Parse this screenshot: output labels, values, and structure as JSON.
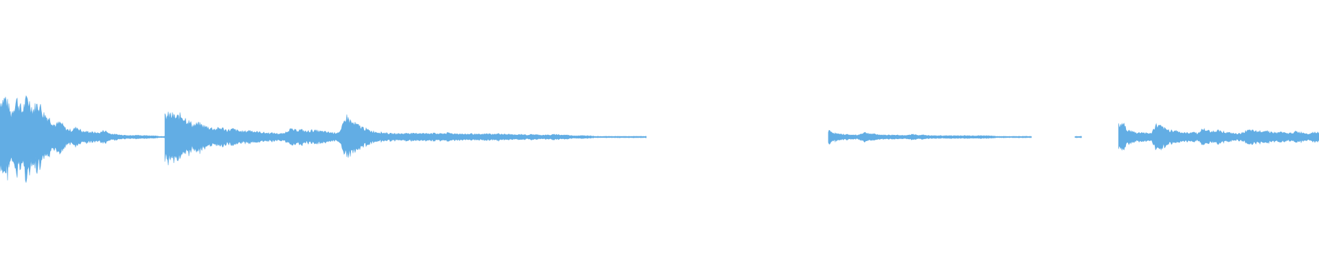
{
  "waveform": {
    "color": "#62ade4",
    "background": "#ffffff",
    "segments": [
      {
        "start": 0.0,
        "end": 0.125,
        "peaks": [
          0.55,
          0.6,
          0.35,
          0.58,
          0.4,
          0.6,
          0.42,
          0.52,
          0.35,
          0.28,
          0.18,
          0.22,
          0.12,
          0.1,
          0.15,
          0.08,
          0.08,
          0.07,
          0.06,
          0.1,
          0.05,
          0.04,
          0.03,
          0.03,
          0.02,
          0.03,
          0.02,
          0.02,
          0.02,
          0.01,
          0.01
        ]
      },
      {
        "start": 0.125,
        "end": 0.49,
        "peaks": [
          0.32,
          0.34,
          0.3,
          0.33,
          0.25,
          0.18,
          0.2,
          0.16,
          0.14,
          0.12,
          0.14,
          0.1,
          0.12,
          0.09,
          0.08,
          0.1,
          0.08,
          0.07,
          0.06,
          0.06,
          0.05,
          0.05,
          0.12,
          0.1,
          0.11,
          0.08,
          0.1,
          0.09,
          0.08,
          0.07,
          0.06,
          0.08,
          0.32,
          0.22,
          0.18,
          0.14,
          0.1,
          0.08,
          0.07,
          0.06,
          0.05,
          0.05,
          0.05,
          0.06,
          0.05,
          0.06,
          0.05,
          0.06,
          0.05,
          0.05,
          0.06,
          0.05,
          0.05,
          0.04,
          0.05,
          0.04,
          0.04,
          0.05,
          0.04,
          0.05,
          0.04,
          0.04,
          0.03,
          0.04,
          0.03,
          0.04,
          0.03,
          0.03,
          0.03,
          0.04,
          0.03,
          0.03,
          0.02,
          0.02,
          0.02,
          0.02,
          0.01,
          0.01,
          0.01,
          0.01,
          0.01,
          0.01,
          0.01,
          0.01,
          0.01,
          0.01
        ]
      },
      {
        "start": 0.628,
        "end": 0.782,
        "peaks": [
          0.1,
          0.06,
          0.04,
          0.04,
          0.03,
          0.03,
          0.07,
          0.05,
          0.04,
          0.03,
          0.03,
          0.03,
          0.03,
          0.02,
          0.04,
          0.03,
          0.03,
          0.02,
          0.02,
          0.02,
          0.02,
          0.02,
          0.02,
          0.02,
          0.02,
          0.02,
          0.02,
          0.02,
          0.01,
          0.01,
          0.01,
          0.01,
          0.01,
          0.01,
          0.01
        ]
      },
      {
        "start": 0.815,
        "end": 0.82,
        "peaks": [
          0.01,
          0.01
        ]
      },
      {
        "start": 0.848,
        "end": 1.0,
        "peaks": [
          0.18,
          0.2,
          0.1,
          0.08,
          0.06,
          0.07,
          0.06,
          0.05,
          0.18,
          0.16,
          0.12,
          0.1,
          0.1,
          0.08,
          0.06,
          0.06,
          0.08,
          0.05,
          0.12,
          0.1,
          0.08,
          0.1,
          0.09,
          0.07,
          0.06,
          0.05,
          0.05,
          0.08,
          0.1,
          0.09,
          0.08,
          0.1,
          0.09,
          0.07,
          0.06,
          0.08,
          0.05,
          0.06,
          0.08,
          0.07,
          0.06,
          0.05,
          0.08,
          0.06
        ]
      }
    ]
  }
}
